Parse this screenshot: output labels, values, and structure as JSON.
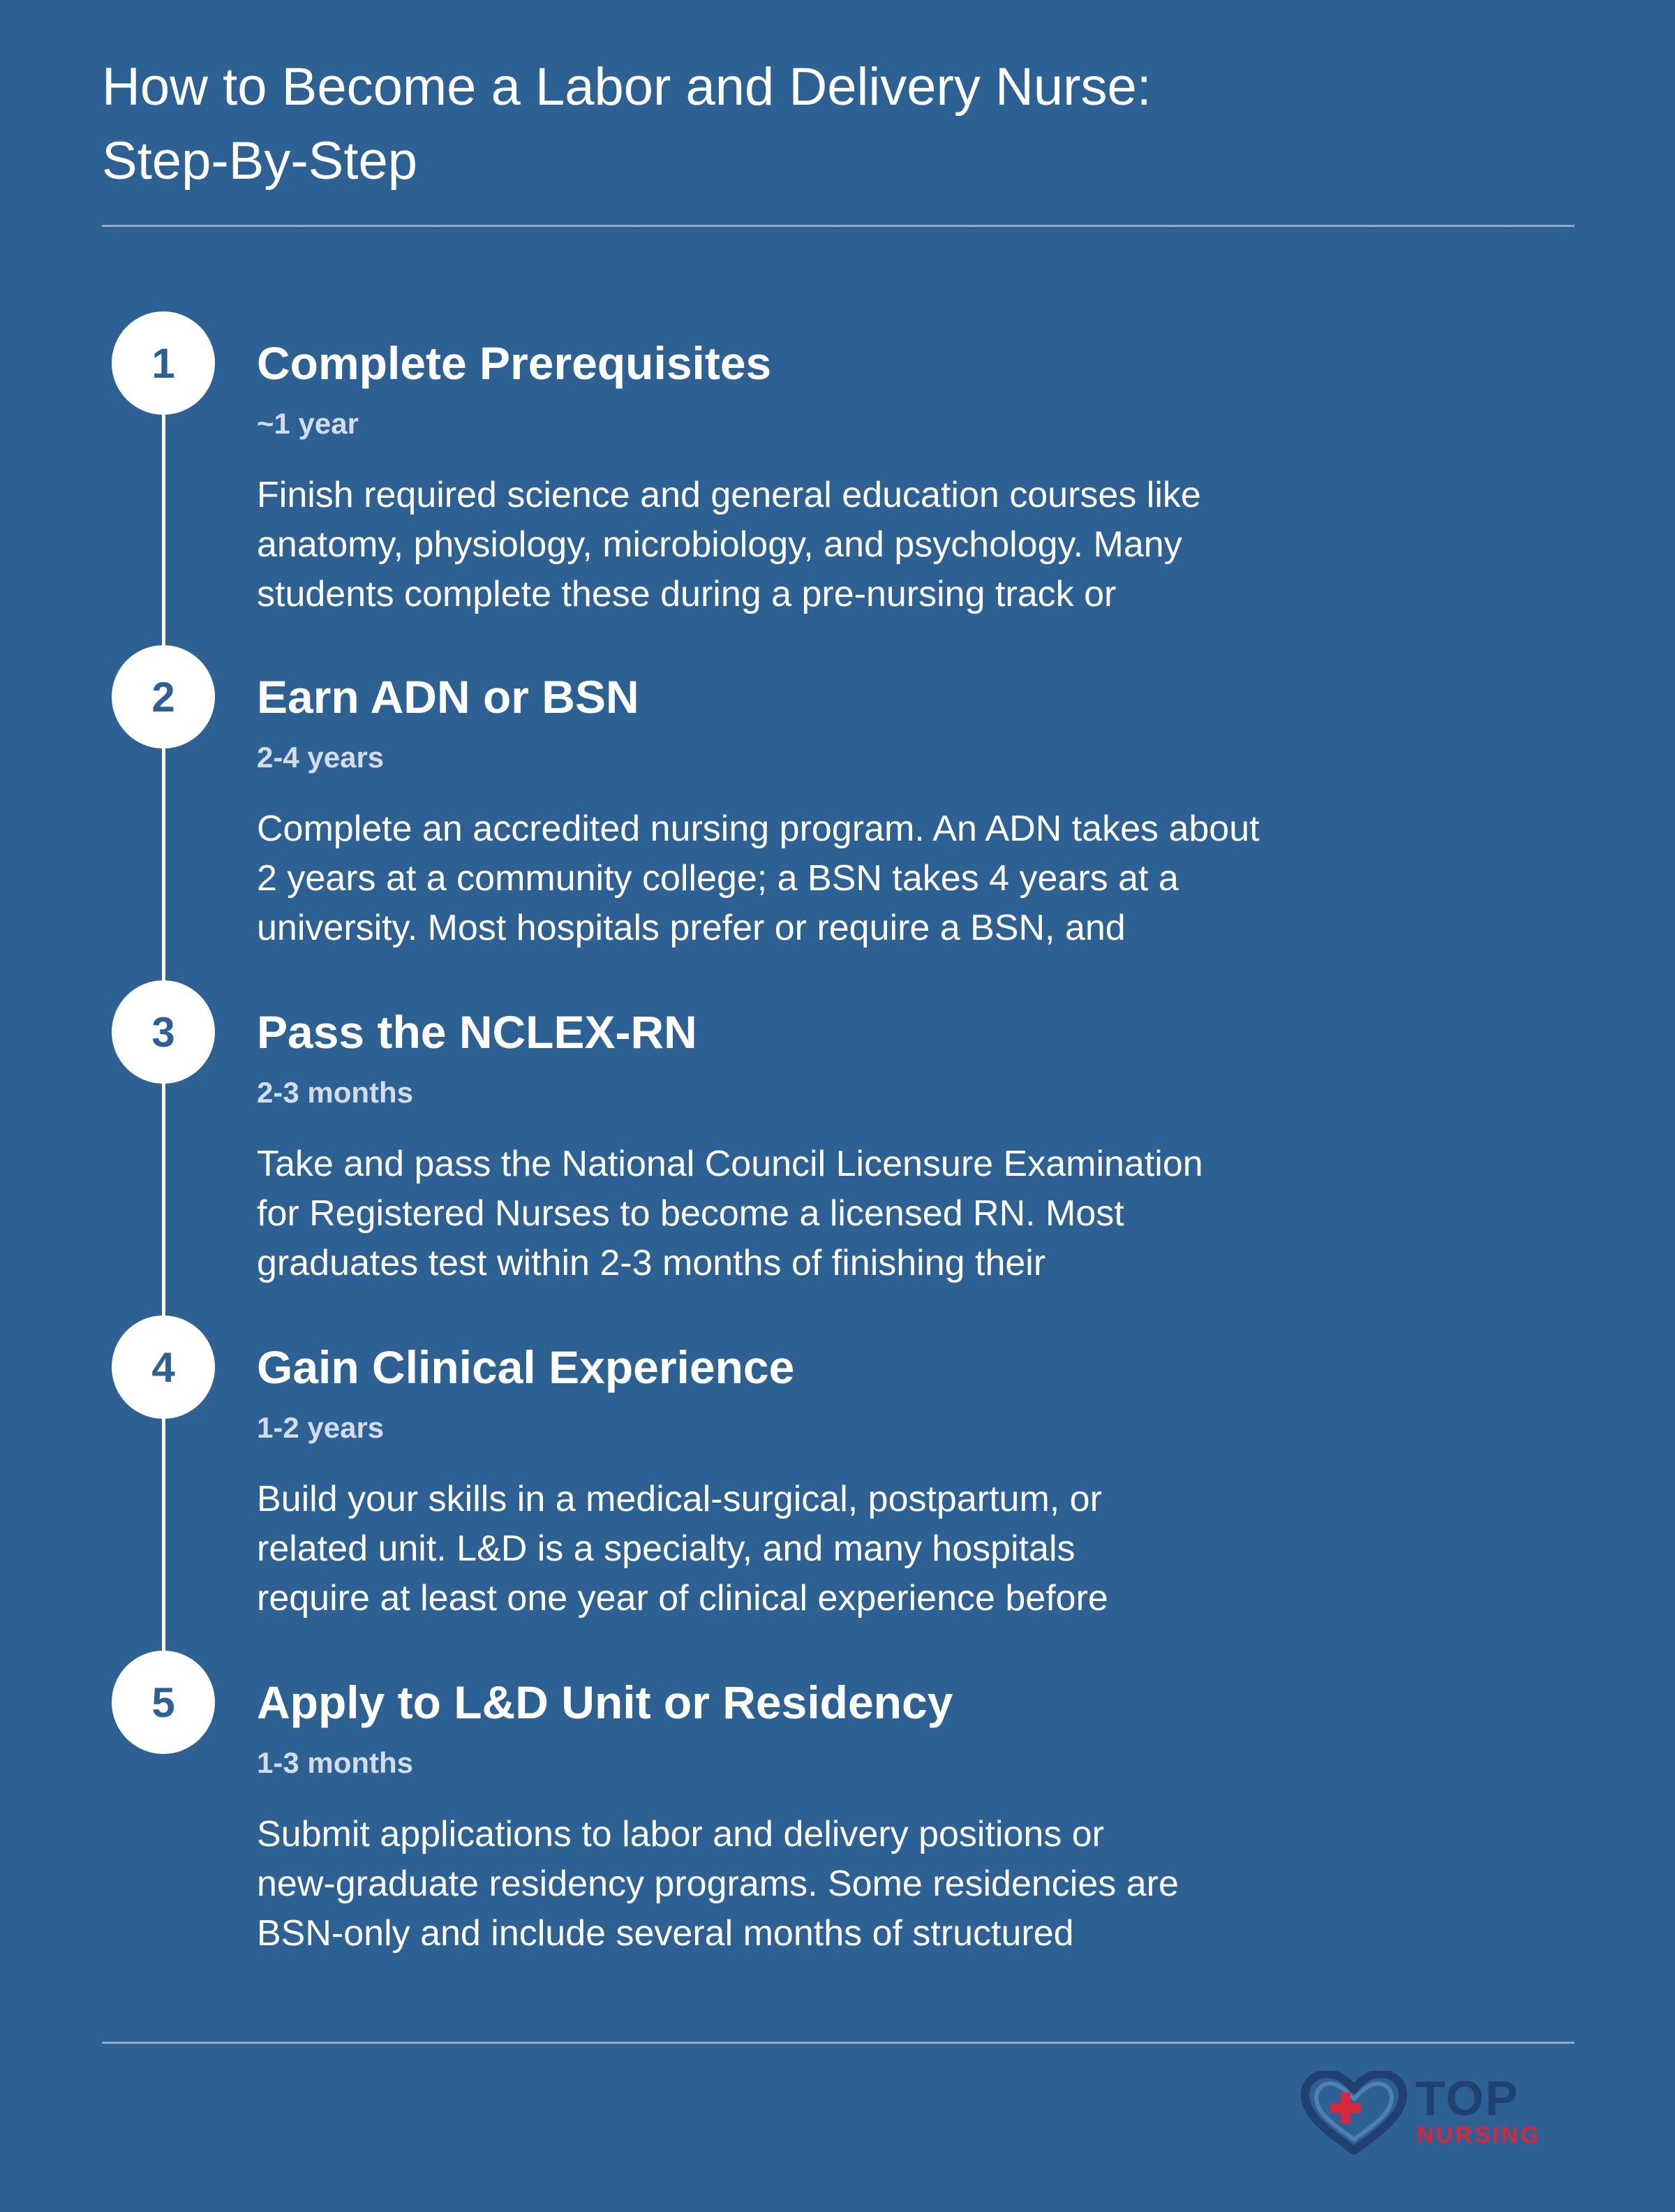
{
  "header": {
    "title_line1": "How to Become a Labor and Delivery Nurse:",
    "title_line2": "Step-By-Step"
  },
  "steps": [
    {
      "number": "1",
      "title": "Complete Prerequisites",
      "duration": "~1 year",
      "description_lines": [
        "Finish required science and general education courses like",
        "anatomy, physiology, microbiology, and psychology. Many",
        "students complete these during a pre-nursing track or"
      ]
    },
    {
      "number": "2",
      "title": "Earn ADN or BSN",
      "duration": "2-4 years",
      "description_lines": [
        "Complete an accredited nursing program. An ADN takes about",
        "2 years at a community college; a BSN takes 4 years at a",
        "university. Most hospitals prefer or require a BSN, and"
      ]
    },
    {
      "number": "3",
      "title": "Pass the NCLEX-RN",
      "duration": "2-3 months",
      "description_lines": [
        "Take and pass the National Council Licensure Examination",
        "for Registered Nurses to become a licensed RN. Most",
        "graduates test within 2-3 months of finishing their"
      ]
    },
    {
      "number": "4",
      "title": "Gain Clinical Experience",
      "duration": "1-2 years",
      "description_lines": [
        "Build your skills in a medical-surgical, postpartum, or",
        "related unit. L&D is a specialty, and many hospitals",
        "require at least one year of clinical experience before"
      ]
    },
    {
      "number": "5",
      "title": "Apply to L&D Unit or Residency",
      "duration": "1-3 months",
      "description_lines": [
        "Submit applications to labor and delivery positions or",
        "new-graduate residency programs. Some residencies are",
        "BSN-only and include several months of structured"
      ]
    }
  ],
  "logo": {
    "word_top": "TOP",
    "word_bottom": "NURSING",
    "icon": "heart-cross-icon",
    "colors": {
      "navy": "#1f4070",
      "red": "#d8263a"
    }
  },
  "colors": {
    "background": "#2e6193",
    "text": "#ffffff",
    "duration_text": "#d3dde9"
  }
}
